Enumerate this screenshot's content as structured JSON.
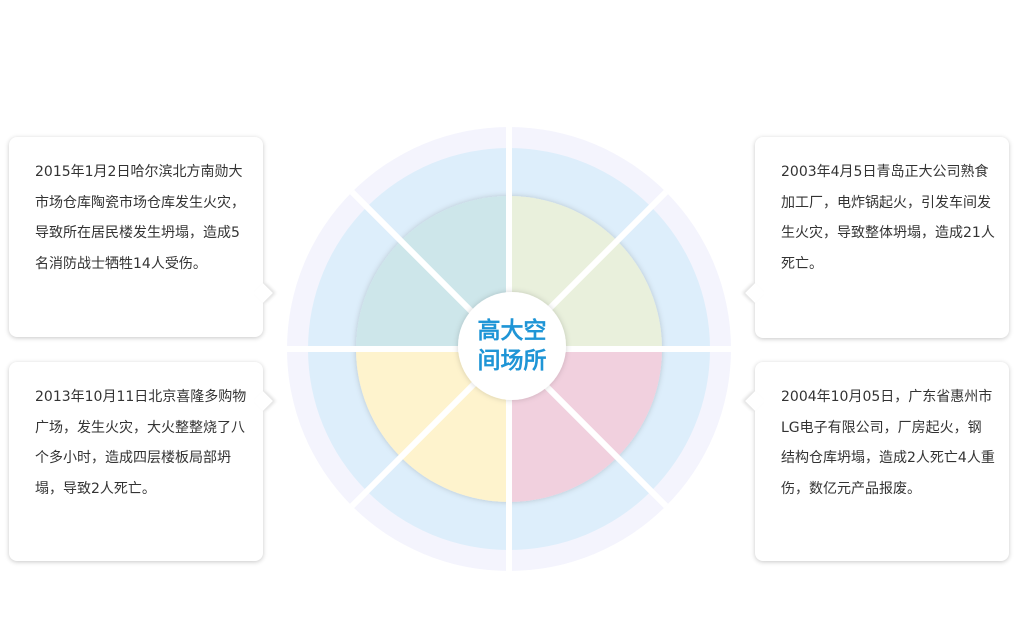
{
  "center": {
    "label": "高大空间场所"
  },
  "cases": [
    {
      "id": "tl",
      "text": "2015年1月2日哈尔滨北方南勋大市场仓库陶瓷市场仓库发生火灾，导致所在居民楼发生坍塌，造成5名消防战士牺牲14人受伤。"
    },
    {
      "id": "tr",
      "text": "2003年4月5日青岛正大公司熟食加工厂，电炸锅起火，引发车间发生火灾，导致整体坍塌，造成21人死亡。"
    },
    {
      "id": "bl",
      "text": "2013年10月11日北京喜隆多购物广场，发生火灾，大火整整烧了八个多小时，造成四层楼板局部坍塌，导致2人死亡。"
    },
    {
      "id": "br",
      "text": "2004年10月05日，广东省惠州市LG电子有限公司，厂房起火，钢结构仓库坍塌，造成2人死亡4人重伤，数亿元产品报废。"
    }
  ],
  "colors": {
    "outer_ring": "#f4f4fd",
    "middle_ring": "#ddeefb",
    "quadrant_tl": "#cde6ea",
    "quadrant_tr": "#e9f0dc",
    "quadrant_bl": "#fef3cd",
    "quadrant_br": "#f1d0de",
    "center_text": "#1f95d6",
    "callout_text": "#333333"
  }
}
